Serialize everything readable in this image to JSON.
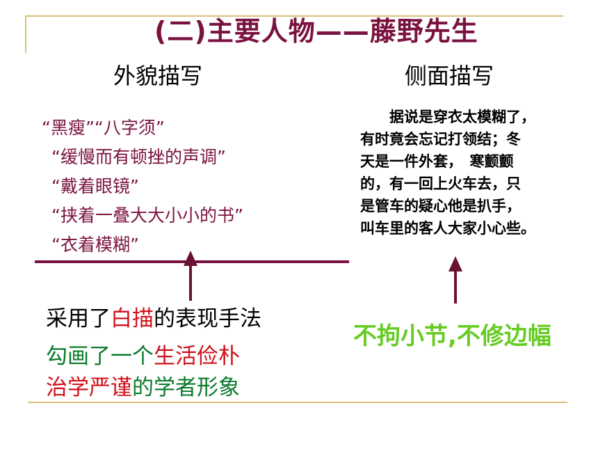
{
  "slide": {
    "title": "(二)主要人物——藤野先生",
    "left_heading": "外貌描写",
    "right_heading": "侧面描写",
    "appearance_quotes": [
      "“黑瘦”“八字须”",
      "“缓慢而有顿挫的声调”",
      "“戴着眼镜”",
      "“挟着一叠大大小小的书”",
      "“衣着模糊”"
    ],
    "side_lines": [
      "　　据说是穿衣太模糊了，",
      "有时竟会忘记打领结；冬",
      "天是一件外套，　寒颤颤",
      "的，有一回上火车去，只",
      "是管车的疑心他是扒手，",
      "叫车里的客人大家小心些。"
    ],
    "conclusion": {
      "line1_a": "采用了",
      "line1_b": "白描",
      "line1_c": "的表现手法",
      "line2_a": "勾画了一个",
      "line2_b": "生活俭朴",
      "line3_a": "治学严谨",
      "line3_b": "的学者形象"
    },
    "trait": "不拘小节,不修边幅",
    "colors": {
      "title": "#7a1240",
      "accent_red": "#d0101a",
      "accent_green": "#0a7a2a",
      "trait_green": "#66cc22",
      "rule_gold": "#d8c07a"
    }
  }
}
